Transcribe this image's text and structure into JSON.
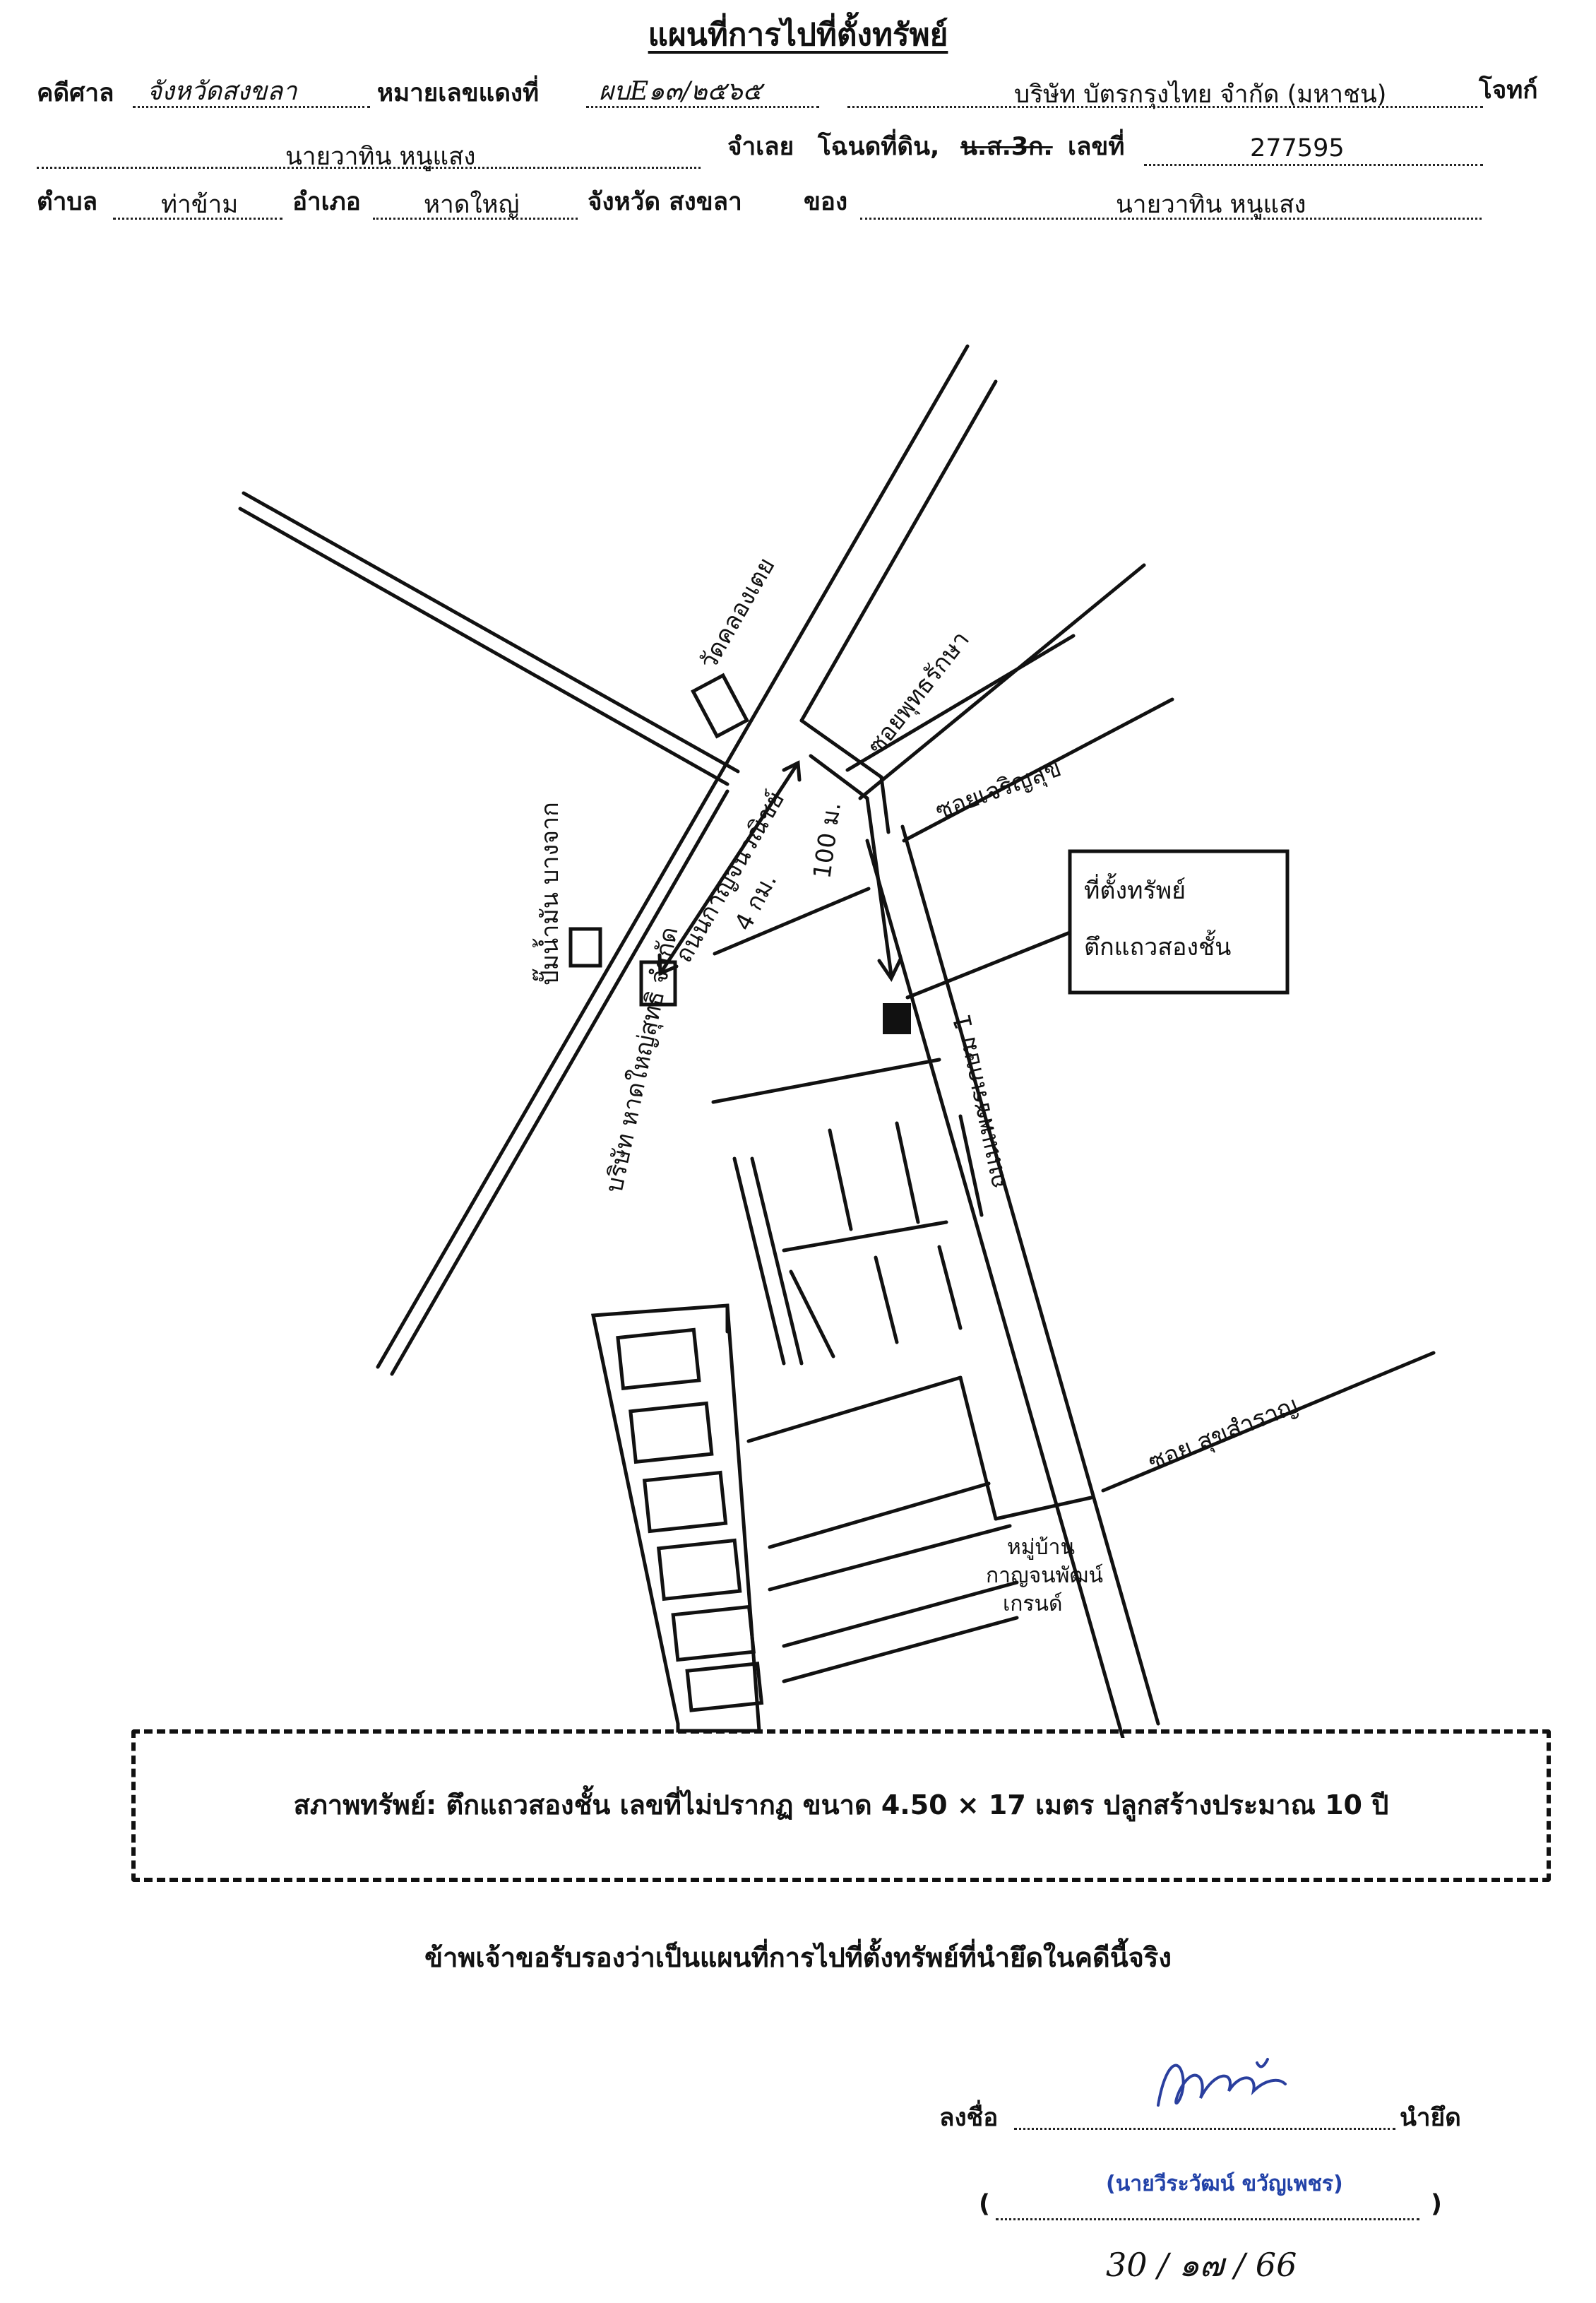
{
  "title": "แผนที่การไปที่ตั้งทรัพย์",
  "header": {
    "court_label": "คดีศาล",
    "court_value": "จังหวัดสงขลา",
    "case_label": "หมายเลขแดงที่",
    "case_value": "ผบE๑๓/๒๕๖๕",
    "plaintiff_value": "บริษัท บัตรกรุงไทย จำกัด (มหาชน)",
    "plaintiff_label": "โจทก์",
    "defendant_value": "นายวาทิน หนูแสง",
    "defendant_label": "จำเลย",
    "deed_label": "โฉนดที่ดิน,",
    "deed_struck": "น.ส.3ก.",
    "deed_no_label": "เลขที่",
    "deed_no_value": "277595",
    "tambon_label": "ตำบล",
    "tambon_value": "ท่าข้าม",
    "amphoe_label": "อำเภอ",
    "amphoe_value": "หาดใหญ่",
    "province_text": "จังหวัด สงขลา",
    "owner_label": "ของ",
    "owner_value": "นายวาทิน หนูแสง"
  },
  "map": {
    "temple": "วัดคลองเตย",
    "main_road": "ถนนกาญจนวณิชย์",
    "gas_station": "ปั๊มน้ำมัน บางจาก",
    "company": "บริษัท หาดใหญ่สุทธิ จำกัด",
    "distance": "4 กม.",
    "distance_right": "100 ม.",
    "soi1": "ซอยพุทธรักษา",
    "soi2": "ซอยเจริญสุข",
    "secondary_road": "ถนนเพชรเกษม 1",
    "property_box_line1": "ที่ตั้งทรัพย์",
    "property_box_line2": "ตึกแถวสองชั้น",
    "soi3": "ซอย สุขสำราญ",
    "village_line1": "หมู่บ้าน",
    "village_line2": "กาญจนพัฒน์",
    "village_line3": "เกรนด์"
  },
  "condition": "สภาพทรัพย์: ตึกแถวสองชั้น เลขที่ไม่ปรากฏ ขนาด 4.50 × 17 เมตร ปลูกสร้างประมาณ 10 ปี",
  "certify": "ข้าพเจ้าขอรับรองว่าเป็นแผนที่การไปที่ตั้งทรัพย์ที่นำยึดในคดีนี้จริง",
  "signature": {
    "sign_label": "ลงชื่อ",
    "role": "นำยึด",
    "name_stamp": "(นายวีระวัฒน์ ขวัญเพชร)",
    "paren_open": "(",
    "paren_close": ")",
    "date": "30 / ๑๗ / 66"
  },
  "colors": {
    "ink": "#111111",
    "stamp_blue": "#2242a8",
    "signature_blue": "#2a3f9e"
  }
}
